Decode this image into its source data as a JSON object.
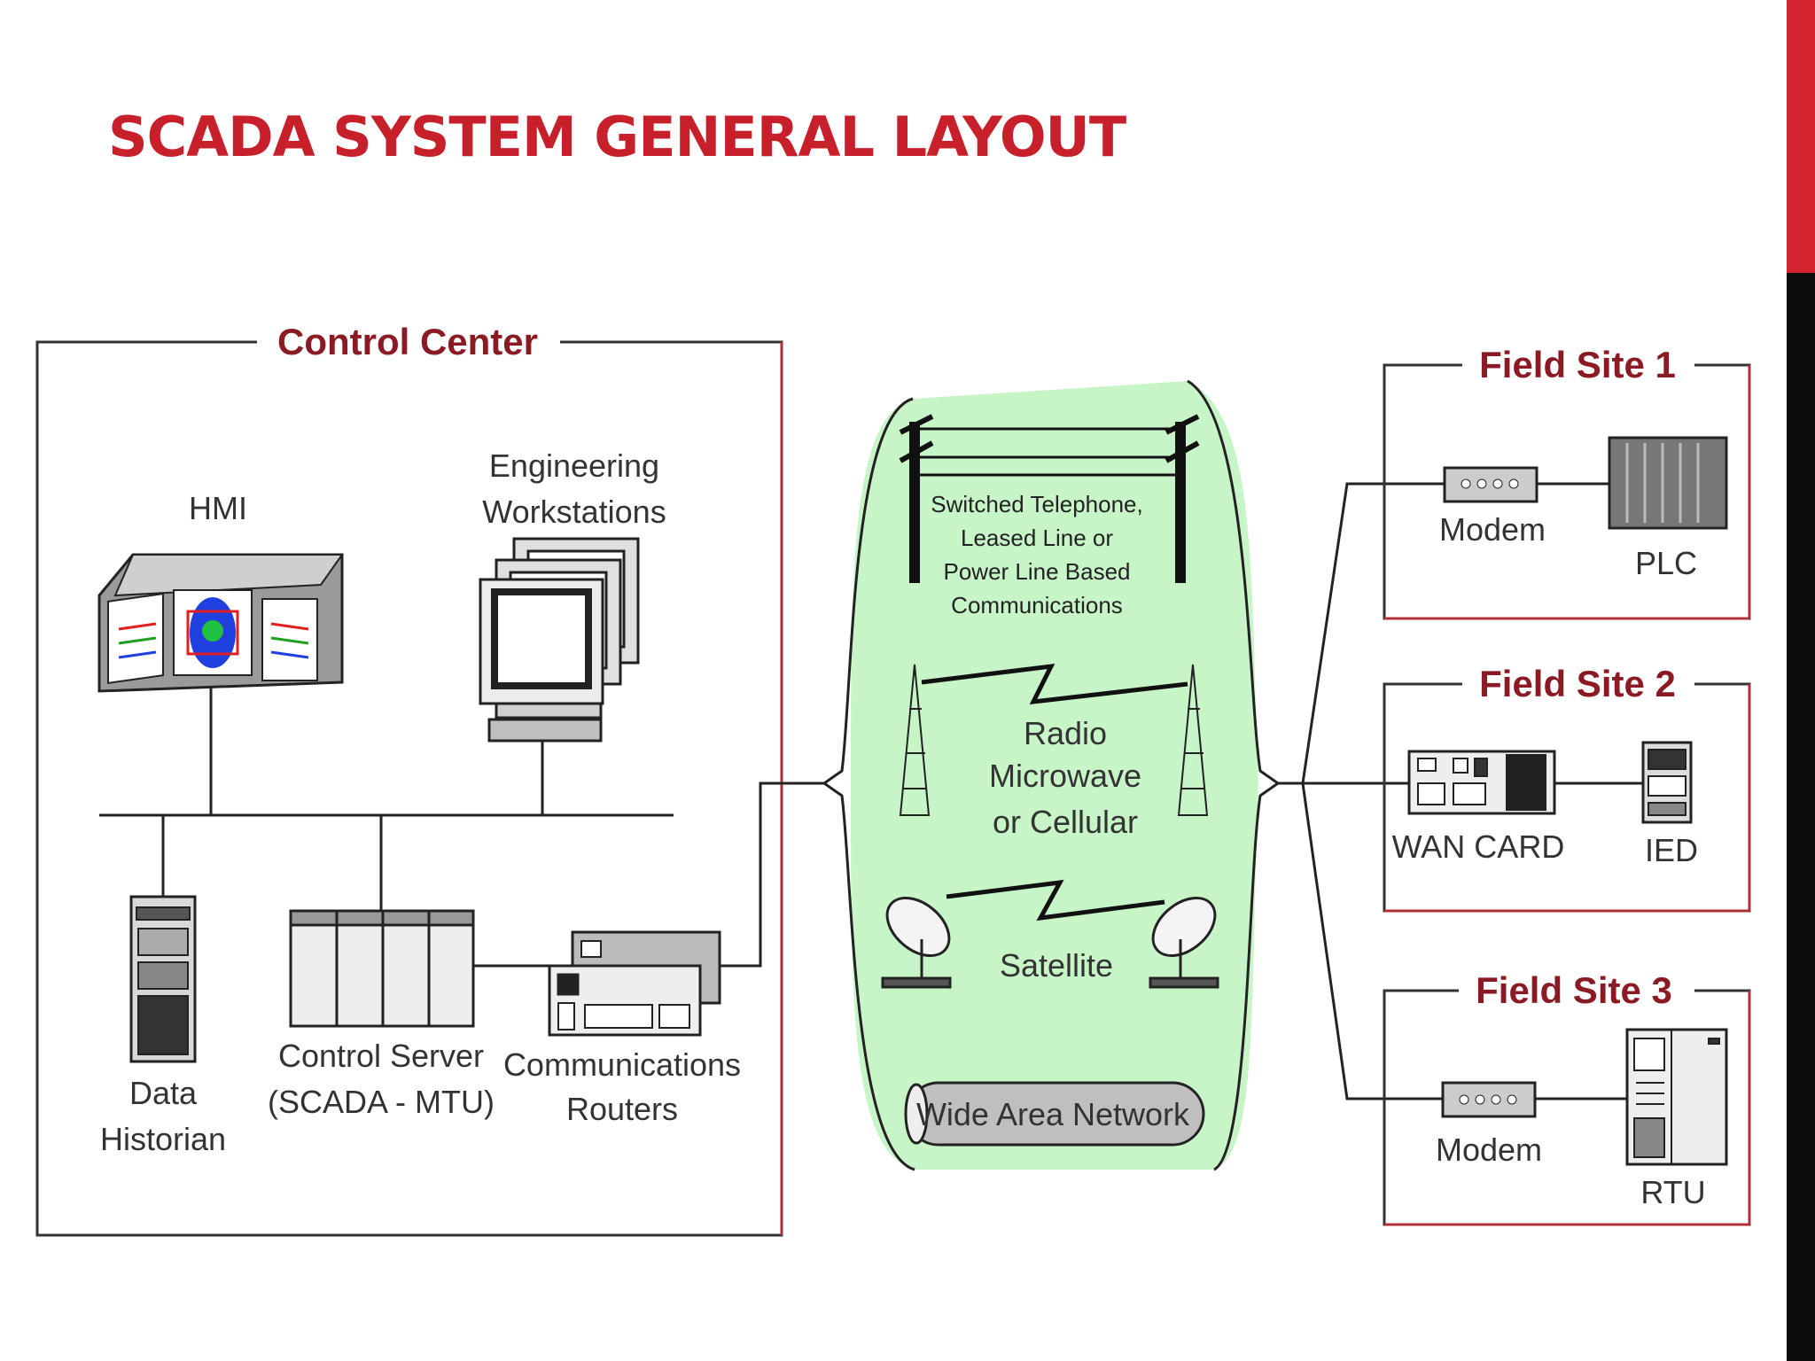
{
  "title": "SCADA SYSTEM GENERAL LAYOUT",
  "colors": {
    "title": "#c8202b",
    "accent_red": "#d42530",
    "accent_black": "#0c0c0c",
    "frame_heading": "#8a1a24",
    "wan_cloud": "#c8f5c8"
  },
  "control_center": {
    "title": "Control Center",
    "hmi": "HMI",
    "engineering_line1": "Engineering",
    "engineering_line2": "Workstations",
    "historian_line1": "Data",
    "historian_line2": "Historian",
    "server_line1": "Control Server",
    "server_line2": "(SCADA - MTU)",
    "routers_line1": "Communications",
    "routers_line2": "Routers"
  },
  "wan": {
    "wired_line1": "Switched Telephone,",
    "wired_line2": "Leased Line or",
    "wired_line3": "Power Line Based",
    "wired_line4": "Communications",
    "radio_line1": "Radio",
    "radio_line2": "Microwave",
    "radio_line3": "or Cellular",
    "satellite": "Satellite",
    "wan_label": "Wide Area Network"
  },
  "field_sites": [
    {
      "title": "Field Site 1",
      "left": "Modem",
      "right": "PLC"
    },
    {
      "title": "Field Site 2",
      "left": "WAN CARD",
      "right": "IED"
    },
    {
      "title": "Field Site 3",
      "left": "Modem",
      "right": "RTU"
    }
  ]
}
